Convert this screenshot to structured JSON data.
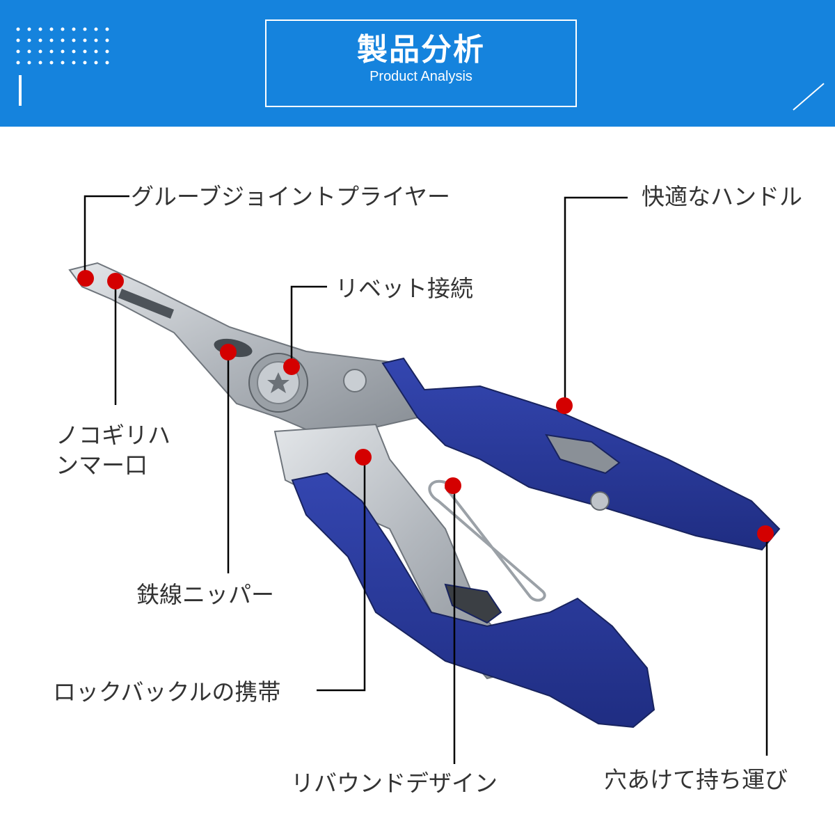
{
  "header": {
    "title_jp": "製品分析",
    "title_en": "Product Analysis"
  },
  "labels": {
    "groove_joint": "グルーブジョイントプライヤー",
    "saw_hammer_line1": "ノコギリハ",
    "saw_hammer_line2": "ンマー口",
    "wire_cutter": "鉄線ニッパー",
    "lock_buckle": "ロックバックルの携帯",
    "rebound": "リバウンドデザイン",
    "rivet": "リベット接続",
    "handle": "快適なハンドル",
    "hole": "穴あけて持ち運び"
  },
  "colors": {
    "header_blue": "#1583dd",
    "marker_red": "#d40000",
    "handle_blue": "#27389b",
    "steel": "#b9bec4"
  }
}
